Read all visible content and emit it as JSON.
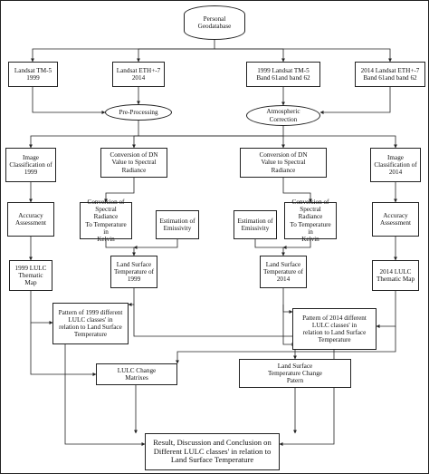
{
  "nodes": {
    "geodatabase": "Personal\nGeodatabase",
    "landsat_tm5_1999": "Landsat TM-5\n1999",
    "landsat_eth7_2014": "Landsat ETH+-7\n2014",
    "landsat_tm5_band6": "1999 Landsat TM-5\nBand 61and band 62",
    "landsat_eth7_band6": "2014 Landsat ETH+-7\nBand 61and band 62",
    "pre_processing": "Pre-Processing",
    "atmospheric_correction": "Atmospheric\nCorrection",
    "image_classification_1999": "Image\nClassification of\n1999",
    "dn_to_radiance_left": "Conversion of DN\nValue to Spectral\nRadiance",
    "dn_to_radiance_right": "Conversion of DN\nValue to Spectral\nRadiance",
    "image_classification_2014": "Image\nClassification of\n2014",
    "accuracy_left": "Accuracy\nAssessment",
    "radiance_to_temp_left": "Conversion of\nSpectral Radiance\nTo Temperature in\nKelvin",
    "emissivity_left": "Estimation of\nEmissivity",
    "emissivity_right": "Estimation of\nEmissivity",
    "radiance_to_temp_right": "Conversion of\nSpectral Radiance\nTo Temperature in\nKelvin",
    "accuracy_right": "Accuracy\nAssessment",
    "lst_1999": "Land Surface\nTemperature of\n1999",
    "lst_2014": "Land Surface\nTemperature of\n2014",
    "lulc_map_1999": "1999 LULC\nThematic Map",
    "lulc_map_2014": "2014 LULC\nThematic Map",
    "pattern_1999": "Pattern of 1999 different\nLULC classes' in\nrelation to Land Surface\nTemperature",
    "pattern_2014": "Pattern of 2014 different\nLULC classes' in\nrelation to Land Surface\nTemperature",
    "lulc_change_matrixes": "LULC Change\nMatrixes",
    "lst_change_pattern": "Land Surface\nTemperature Change\nPatern",
    "result": "Result, Discussion and Conclusion on\nDifferent LULC classes' in relation to\nLand Surface Temperature"
  },
  "colors": {
    "stroke": "#222222",
    "text": "#111111",
    "background": "#ffffff"
  }
}
